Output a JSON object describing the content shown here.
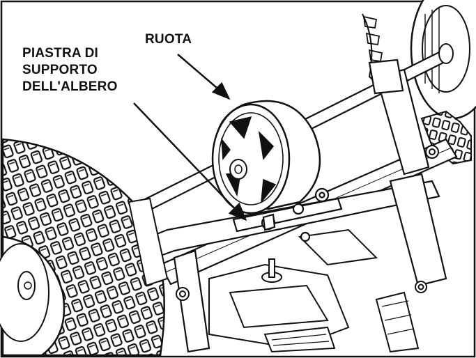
{
  "callouts": {
    "wheel": "RUOTA",
    "plate_line1": "PIASTRA DI",
    "plate_line2": "SUPPORTO",
    "plate_line3": "DELL'ALBERO"
  },
  "colors": {
    "ink": "#111111",
    "paper": "#ffffff",
    "tire": "#1a1a1a"
  }
}
